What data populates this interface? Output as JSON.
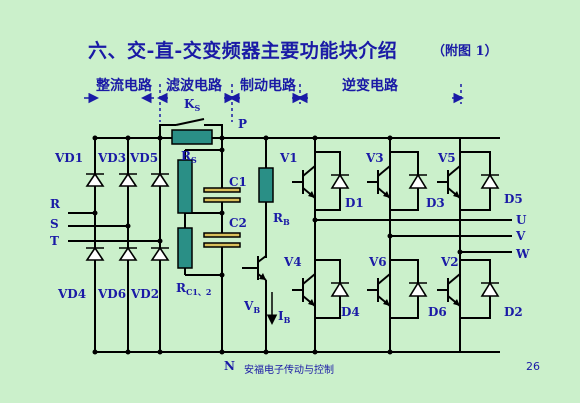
{
  "title": "六、交-直-交变频器主要功能块介绍",
  "title_note": "（附图 1）",
  "sections": {
    "rectifier": "整流电路",
    "filter": "滤波电路",
    "brake": "制动电路",
    "inverter": "逆变电路"
  },
  "labels": {
    "ks_main": "K",
    "ks_sub": "S",
    "p": "P",
    "n": "N",
    "rs_main": "R",
    "rs_sub": "S",
    "c1": "C1",
    "c2": "C2",
    "rc_main": "R",
    "rc_sub": "C1、2",
    "rb_main": "R",
    "rb_sub": "B",
    "vb_main": "V",
    "vb_sub": "B",
    "ib_main": "I",
    "ib_sub": "B",
    "r": "R",
    "s": "S",
    "t": "T",
    "u": "U",
    "v": "V",
    "w": "W",
    "vd1": "VD1",
    "vd3": "VD3",
    "vd5": "VD5",
    "vd4": "VD4",
    "vd6": "VD6",
    "vd2": "VD2",
    "v1": "V1",
    "v3": "V3",
    "v5": "V5",
    "v4": "V4",
    "v6": "V6",
    "v2": "V2",
    "d1": "D1",
    "d3": "D3",
    "d5": "D5",
    "d4": "D4",
    "d6": "D6",
    "d2": "D2"
  },
  "footer": "安福电子传动与控制",
  "page_number": "26",
  "colors": {
    "background": "#cbf0cb",
    "text": "#1a1aa6",
    "wire": "#000000",
    "resistor": "#2a8f86",
    "capacitor": "#d9bf5b"
  }
}
